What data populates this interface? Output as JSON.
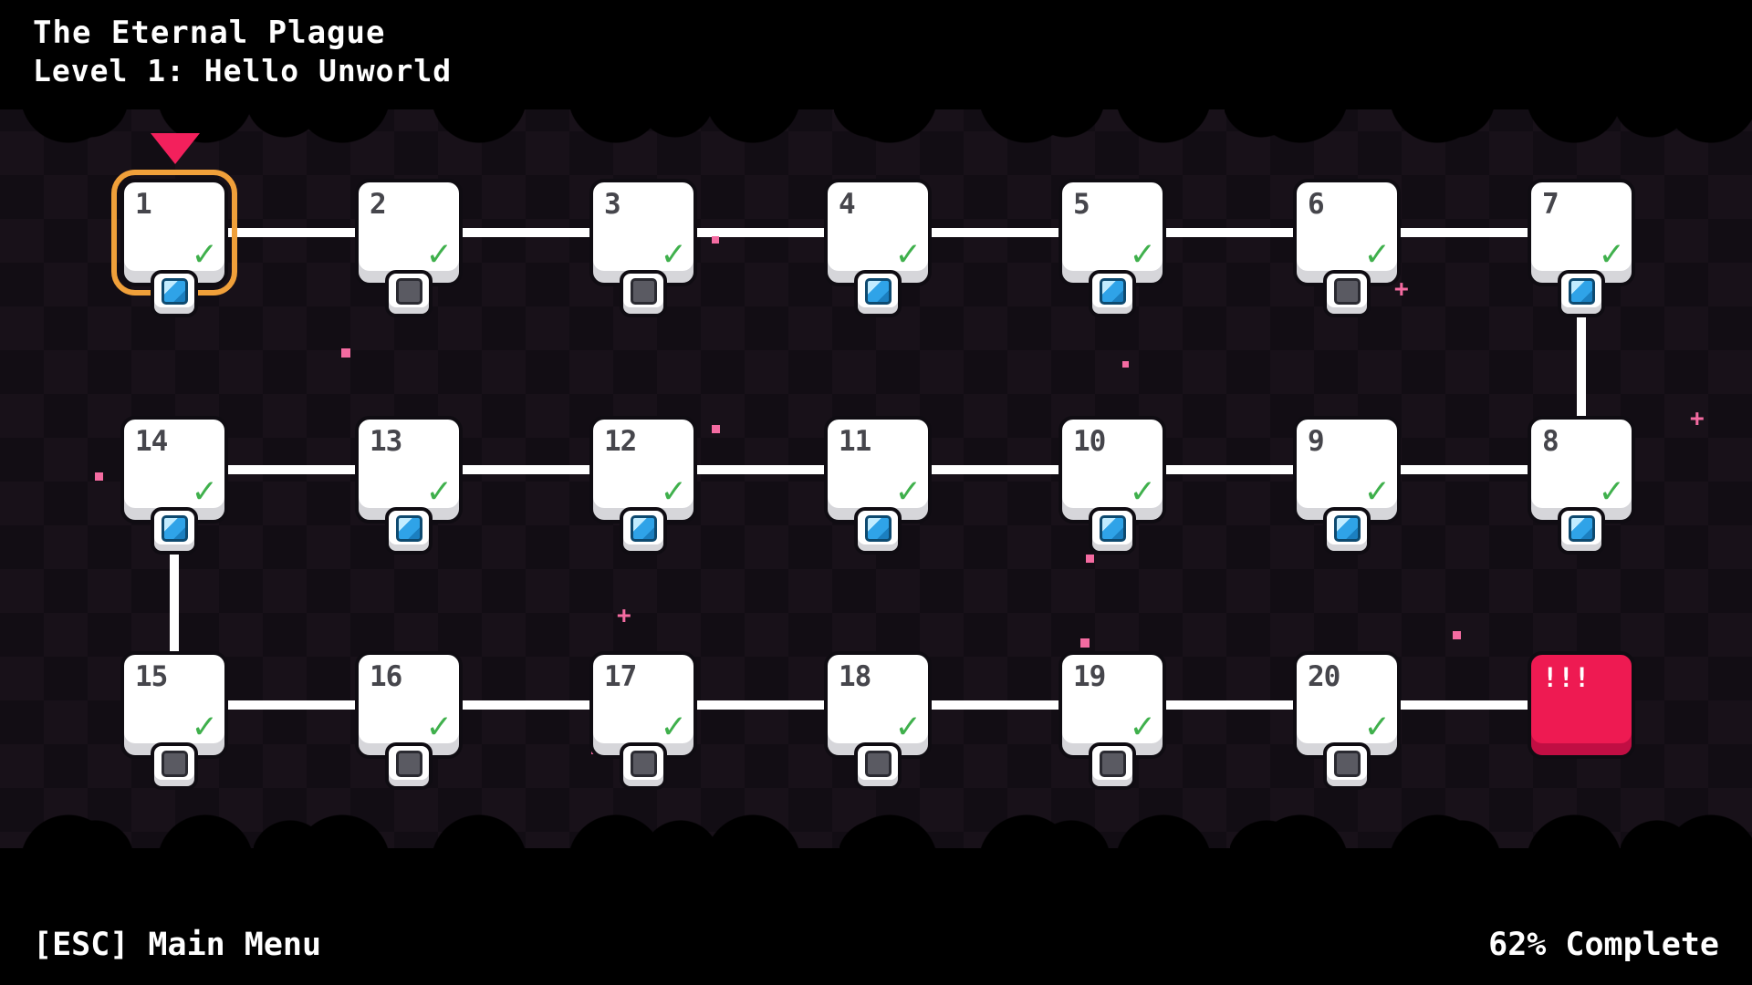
{
  "header": {
    "title": "The Eternal Plague",
    "subtitle": "Level 1: Hello Unworld"
  },
  "footer": {
    "menu_hint": "[ESC] Main Menu",
    "progress": "62% Complete"
  },
  "glyphs": {
    "check": "✓",
    "sparkle_plus": "+"
  },
  "colors": {
    "background": "#120d15",
    "band_black": "#000000",
    "node_white": "#ffffff",
    "gem_blue": "#2fa3e8",
    "slot_gray": "#5a5a62",
    "check_green": "#3fb04c",
    "highlight_orange": "#f0a03a",
    "cursor_pink": "#f3205c",
    "boss_red": "#ee1a52",
    "sparkle_pink": "#f46ba1"
  },
  "nodes": [
    {
      "label": "1",
      "badge": "gem",
      "completed": true,
      "selected": true
    },
    {
      "label": "2",
      "badge": "slot",
      "completed": true,
      "selected": false
    },
    {
      "label": "3",
      "badge": "slot",
      "completed": true,
      "selected": false
    },
    {
      "label": "4",
      "badge": "gem",
      "completed": true,
      "selected": false
    },
    {
      "label": "5",
      "badge": "gem",
      "completed": true,
      "selected": false
    },
    {
      "label": "6",
      "badge": "slot",
      "completed": true,
      "selected": false
    },
    {
      "label": "7",
      "badge": "gem",
      "completed": true,
      "selected": false
    },
    {
      "label": "8",
      "badge": "gem",
      "completed": true,
      "selected": false
    },
    {
      "label": "9",
      "badge": "gem",
      "completed": true,
      "selected": false
    },
    {
      "label": "10",
      "badge": "gem",
      "completed": true,
      "selected": false
    },
    {
      "label": "11",
      "badge": "gem",
      "completed": true,
      "selected": false
    },
    {
      "label": "12",
      "badge": "gem",
      "completed": true,
      "selected": false
    },
    {
      "label": "13",
      "badge": "gem",
      "completed": true,
      "selected": false
    },
    {
      "label": "14",
      "badge": "gem",
      "completed": true,
      "selected": false
    },
    {
      "label": "15",
      "badge": "slot",
      "completed": true,
      "selected": false
    },
    {
      "label": "16",
      "badge": "slot",
      "completed": true,
      "selected": false
    },
    {
      "label": "17",
      "badge": "slot",
      "completed": true,
      "selected": false
    },
    {
      "label": "18",
      "badge": "slot",
      "completed": true,
      "selected": false
    },
    {
      "label": "19",
      "badge": "slot",
      "completed": true,
      "selected": false
    },
    {
      "label": "20",
      "badge": "slot",
      "completed": true,
      "selected": false
    },
    {
      "label": "!!!",
      "badge": "none",
      "completed": false,
      "selected": false,
      "boss": true
    }
  ]
}
